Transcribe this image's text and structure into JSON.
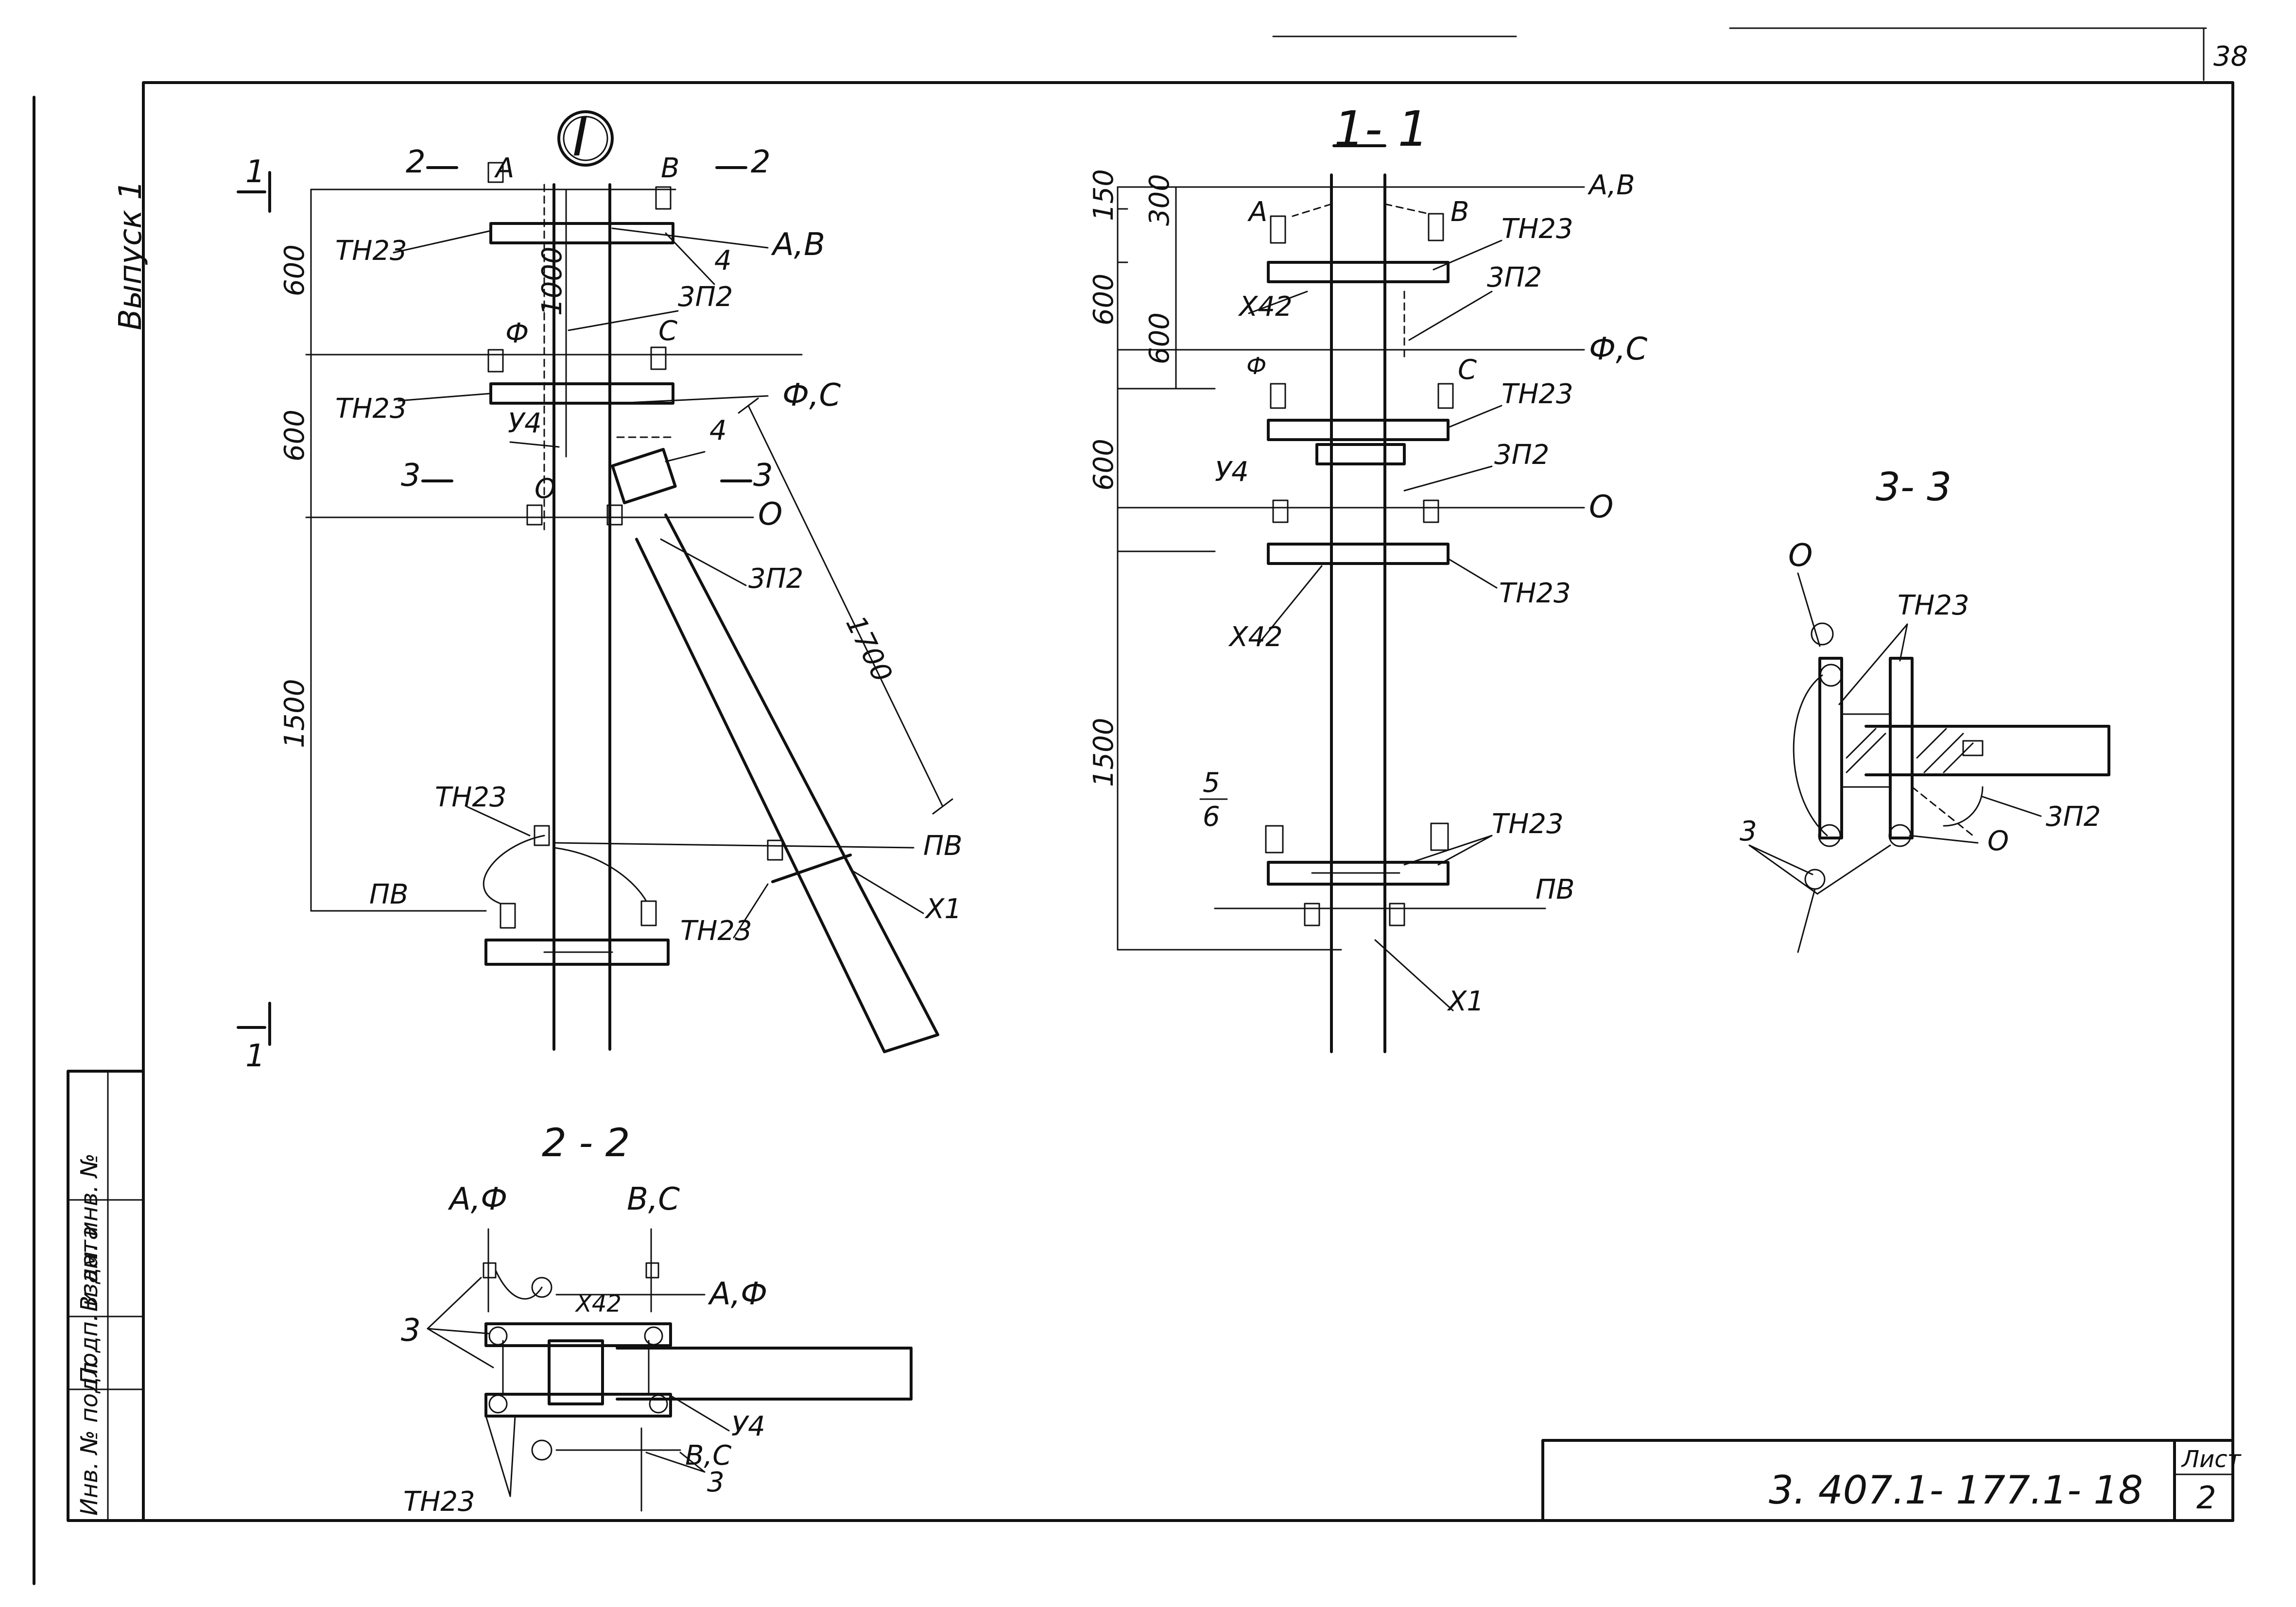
{
  "sheet": {
    "page_number": "38",
    "vertical_issue": "Выпуск 1",
    "side_stamp": [
      "Инв. № подл.",
      "Подп. и дата",
      "Взам. инв. №"
    ],
    "doc_code": "3. 407.1- 177.1- 18",
    "sheet_caption": "Лист",
    "sheet_no": "2"
  },
  "views": {
    "main": {
      "node_mark": "I",
      "cut1": "1",
      "cut2": "2",
      "cut3": "3",
      "dims": [
        "600",
        "1000",
        "600",
        "1500",
        "1700"
      ],
      "labels": {
        "A": "А",
        "B": "В",
        "AB": "А,В",
        "TH23": "ТН23",
        "n4": "4",
        "ZP2": "3П2",
        "F": "Ф",
        "C": "С",
        "FC": "Ф,С",
        "U4": "У4",
        "O": "О",
        "PV": "ПВ",
        "X1": "Х1"
      }
    },
    "section_1_1": {
      "title": "1- 1",
      "dims": [
        "150",
        "300",
        "600",
        "600",
        "600",
        "1500"
      ],
      "labels": {
        "AB": "А,В",
        "A": "А",
        "B": "В",
        "TH23": "ТН23",
        "X42": "Х42",
        "ZP2": "3П2",
        "FC": "Ф,С",
        "F": "Ф",
        "C": "С",
        "U4": "У4",
        "O": "О",
        "n5": "5",
        "n6": "6",
        "PV": "ПВ",
        "X1": "Х1"
      }
    },
    "section_2_2": {
      "title": "2 - 2",
      "labels": {
        "AF": "А,Ф",
        "BC": "В,С",
        "n3": "3",
        "X42": "Х42",
        "U4": "У4",
        "TH23": "ТН23"
      }
    },
    "section_3_3": {
      "title": "3- 3",
      "labels": {
        "O": "О",
        "TH23": "ТН23",
        "n3": "3",
        "ZP2": "3П2"
      }
    }
  }
}
